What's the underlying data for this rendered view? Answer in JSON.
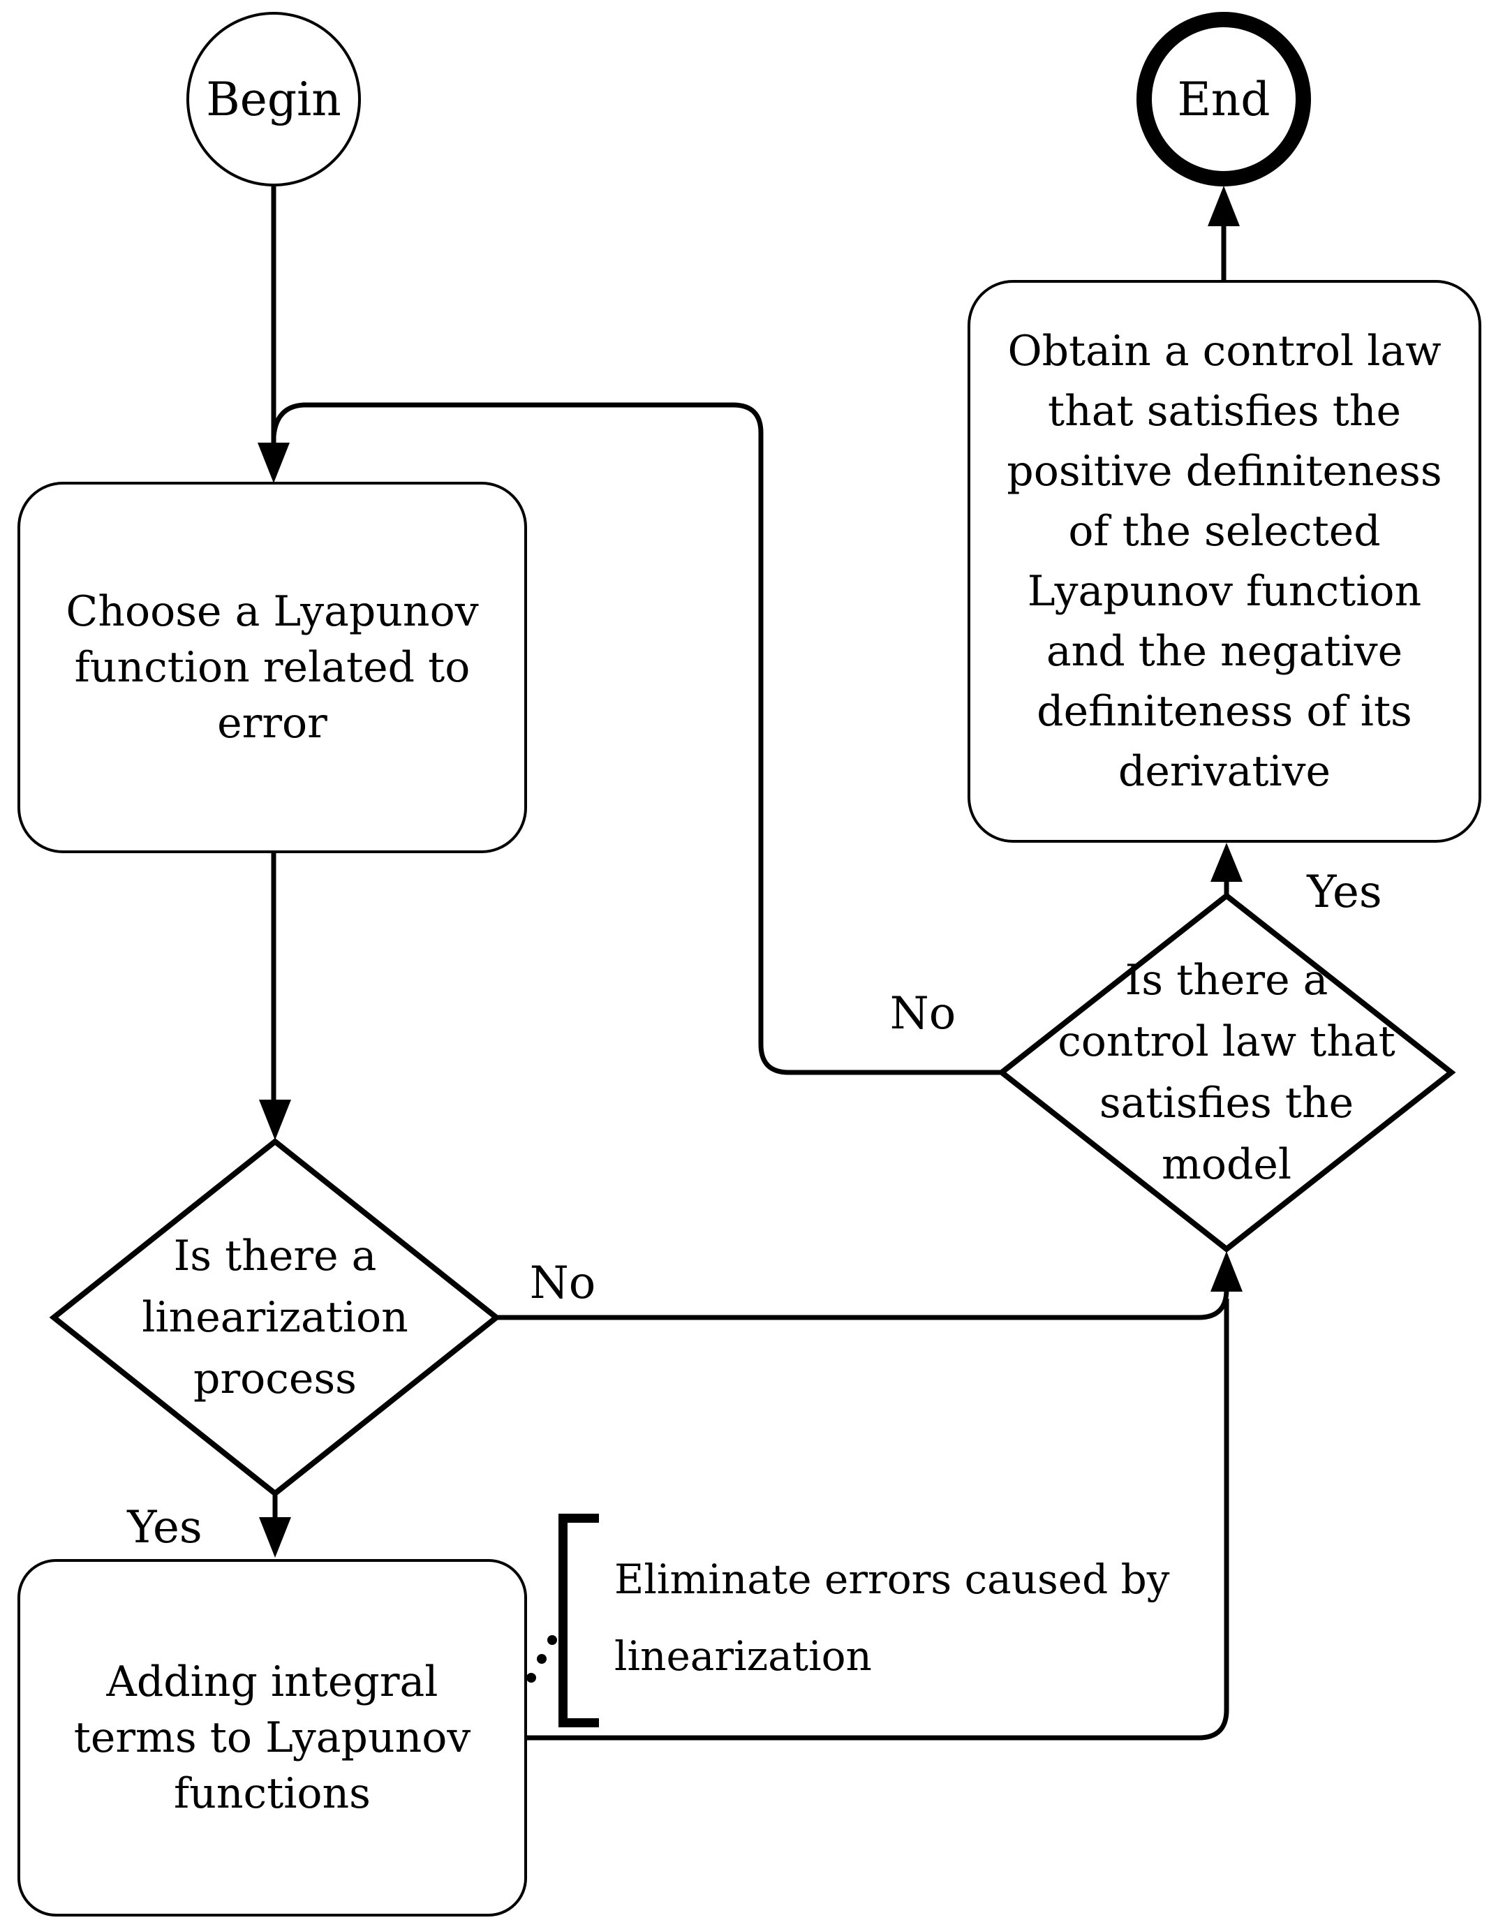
{
  "figure": {
    "type": "flowchart",
    "background": "#ffffff",
    "stroke": "#000000"
  },
  "nodes": {
    "begin": {
      "label": "Begin",
      "shape": "circle"
    },
    "end": {
      "label": "End",
      "shape": "double-circle"
    },
    "choose": {
      "lines": [
        "Choose a Lyapunov",
        "function related to",
        "error"
      ]
    },
    "obtain": {
      "lines": [
        "Obtain a control law",
        "that satisfies the",
        "positive definiteness",
        "of the selected",
        "Lyapunov function",
        "and the negative",
        "definiteness of its",
        "derivative"
      ]
    },
    "decision_linearization": {
      "lines": [
        "Is there a",
        "linearization",
        "process"
      ]
    },
    "decision_control_law": {
      "lines": [
        "Is there a",
        "control law that",
        "satisfies the",
        "model"
      ]
    },
    "adding": {
      "lines": [
        "Adding integral",
        "terms to Lyapunov",
        "functions"
      ]
    }
  },
  "labels": {
    "yes_left": "Yes",
    "no_left": "No",
    "yes_right": "Yes",
    "no_right": "No"
  },
  "annotation": {
    "lines": [
      "Eliminate errors caused by",
      "linearization"
    ],
    "marker": "left-square-bracket-icon",
    "dots": "diagonal-ellipsis"
  }
}
